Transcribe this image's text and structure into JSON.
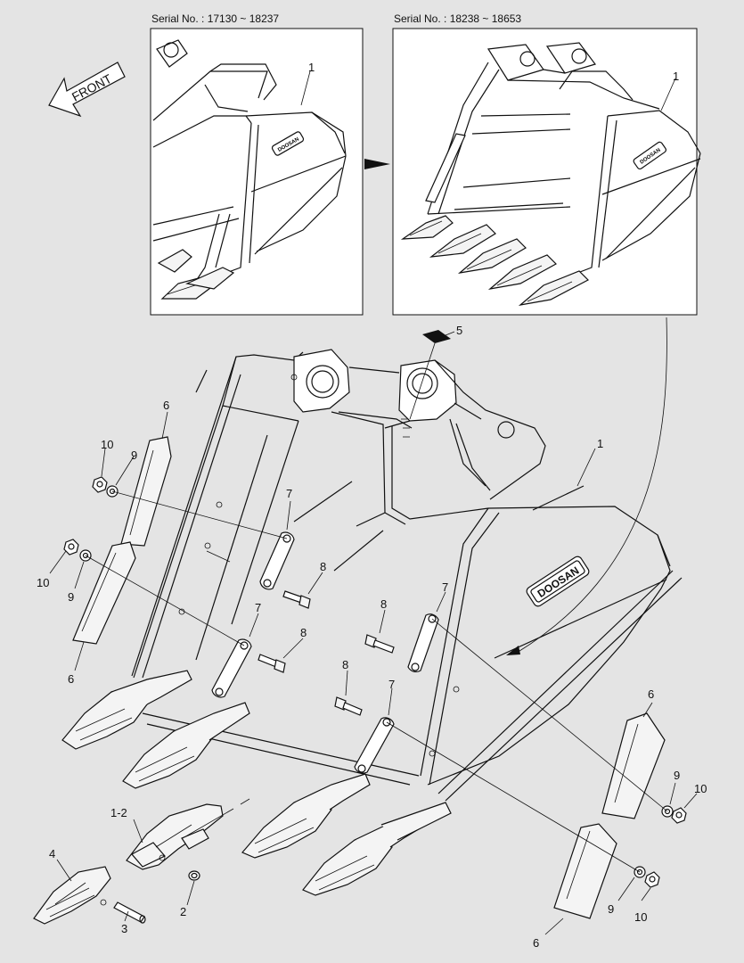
{
  "inset_left": {
    "serial_label": "Serial No. : 17130 ~ 18237",
    "callout": "1"
  },
  "inset_right": {
    "serial_label": "Serial No. : 18238 ~ 18653",
    "callout": "1"
  },
  "front_label": "FRONT",
  "brand_logo_text": "DOOSAN",
  "callouts": {
    "bucket": "1",
    "tooth_adapter": "1-2",
    "washer": "2",
    "pin": "3",
    "tooth_point": "4",
    "shim": "5",
    "side_cutter_left_upper": "6",
    "side_cutter_left_lower": "6",
    "side_cutter_right_upper": "6",
    "side_cutter_right_lower": "6",
    "link_1": "7",
    "link_2": "7",
    "link_3": "7",
    "link_4": "7",
    "bolt_1": "8",
    "bolt_2": "8",
    "bolt_3": "8",
    "bolt_4": "8",
    "washer_left_upper": "9",
    "washer_left_lower": "9",
    "washer_right_upper": "9",
    "washer_right_lower": "9",
    "nut_left_upper": "10",
    "nut_left_lower": "10",
    "nut_right_upper": "10",
    "nut_right_lower": "10"
  }
}
